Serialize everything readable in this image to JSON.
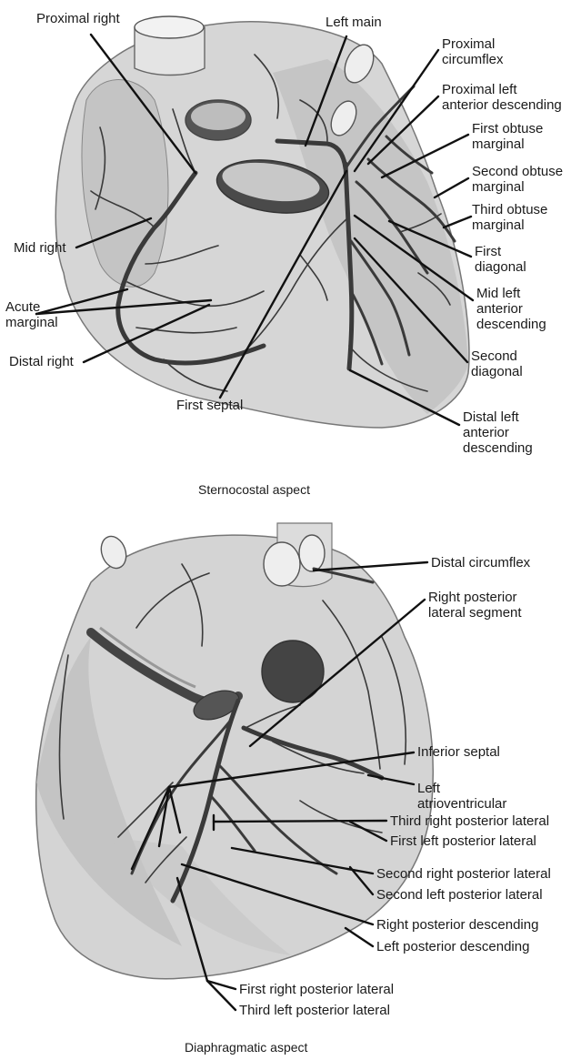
{
  "sternocostal": {
    "caption": "Sternocostal aspect",
    "labels": {
      "proximal_right": "Proximal right",
      "left_main": "Left main",
      "proximal_circumflex": "Proximal\ncircumflex",
      "proximal_lad": "Proximal left\nanterior descending",
      "first_obtuse_marginal": "First obtuse\nmarginal",
      "second_obtuse_marginal": "Second obtuse\nmarginal",
      "third_obtuse_marginal": "Third obtuse\nmarginal",
      "first_diagonal": "First\ndiagonal",
      "mid_lad": "Mid left\nanterior\ndescending",
      "second_diagonal": "Second\ndiagonal",
      "distal_lad": "Distal left\nanterior\ndescending",
      "mid_right": "Mid right",
      "acute_marginal": "Acute\nmarginal",
      "distal_right": "Distal right",
      "first_septal": "First septal"
    }
  },
  "diaphragmatic": {
    "caption": "Diaphragmatic aspect",
    "labels": {
      "distal_circumflex": "Distal circumflex",
      "right_posterior_lateral_segment": "Right posterior\nlateral segment",
      "inferior_septal": "Inferior septal",
      "left_atrioventricular": "Left\natrioventricular",
      "third_right_posterior_lateral": "Third right posterior lateral",
      "first_left_posterior_lateral": "First left posterior lateral",
      "second_right_posterior_lateral": "Second right posterior lateral",
      "second_left_posterior_lateral": "Second left posterior lateral",
      "right_posterior_descending": "Right posterior descending",
      "left_posterior_descending": "Left posterior descending",
      "first_right_posterior_lateral": "First right posterior lateral",
      "third_left_posterior_lateral": "Third left posterior lateral"
    }
  }
}
